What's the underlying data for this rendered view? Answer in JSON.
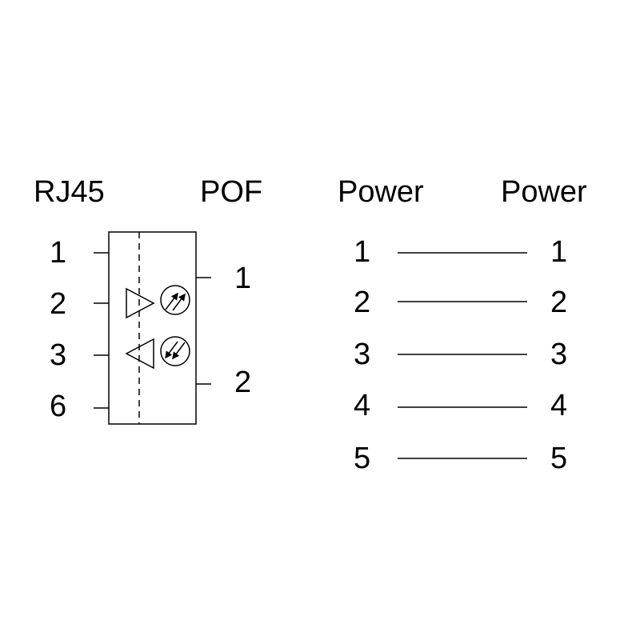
{
  "left_diagram": {
    "rj45_label": "RJ45",
    "pof_label": "POF",
    "rj45_pins": [
      "1",
      "2",
      "3",
      "6"
    ],
    "pof_pins": [
      "1",
      "2"
    ]
  },
  "right_diagram": {
    "left_label": "Power",
    "right_label": "Power",
    "left_pins": [
      "1",
      "2",
      "3",
      "4",
      "5"
    ],
    "right_pins": [
      "1",
      "2",
      "3",
      "4",
      "5"
    ]
  }
}
